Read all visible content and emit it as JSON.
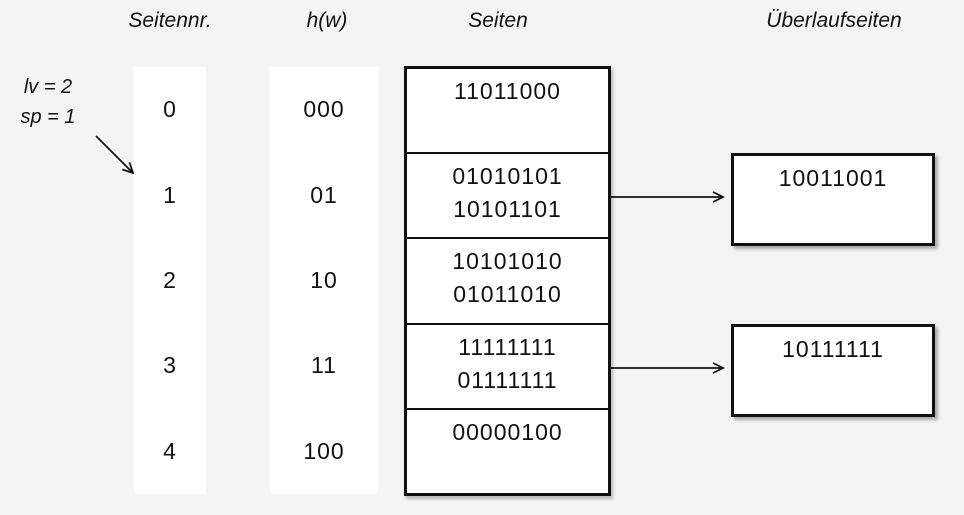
{
  "colors": {
    "background": "#f4f4f4",
    "box_fill": "#ffffff",
    "line": "#111111"
  },
  "headers": {
    "seitennr": "Seitennr.",
    "hw": "h(w)",
    "seiten": "Seiten",
    "ueberlaufseiten": "Überlaufseiten"
  },
  "state": {
    "lv": "lv = 2",
    "sp": "sp = 1"
  },
  "table": {
    "rows": [
      {
        "nr": "0",
        "hw": "000",
        "page_lines": [
          "11011000"
        ]
      },
      {
        "nr": "1",
        "hw": "01",
        "page_lines": [
          "01010101",
          "10101101"
        ],
        "overflow": "10011001"
      },
      {
        "nr": "2",
        "hw": "10",
        "page_lines": [
          "10101010",
          "01011010"
        ]
      },
      {
        "nr": "3",
        "hw": "11",
        "page_lines": [
          "11111111",
          "01111111"
        ],
        "overflow": "10111111"
      },
      {
        "nr": "4",
        "hw": "100",
        "page_lines": [
          "00000100"
        ]
      }
    ]
  }
}
